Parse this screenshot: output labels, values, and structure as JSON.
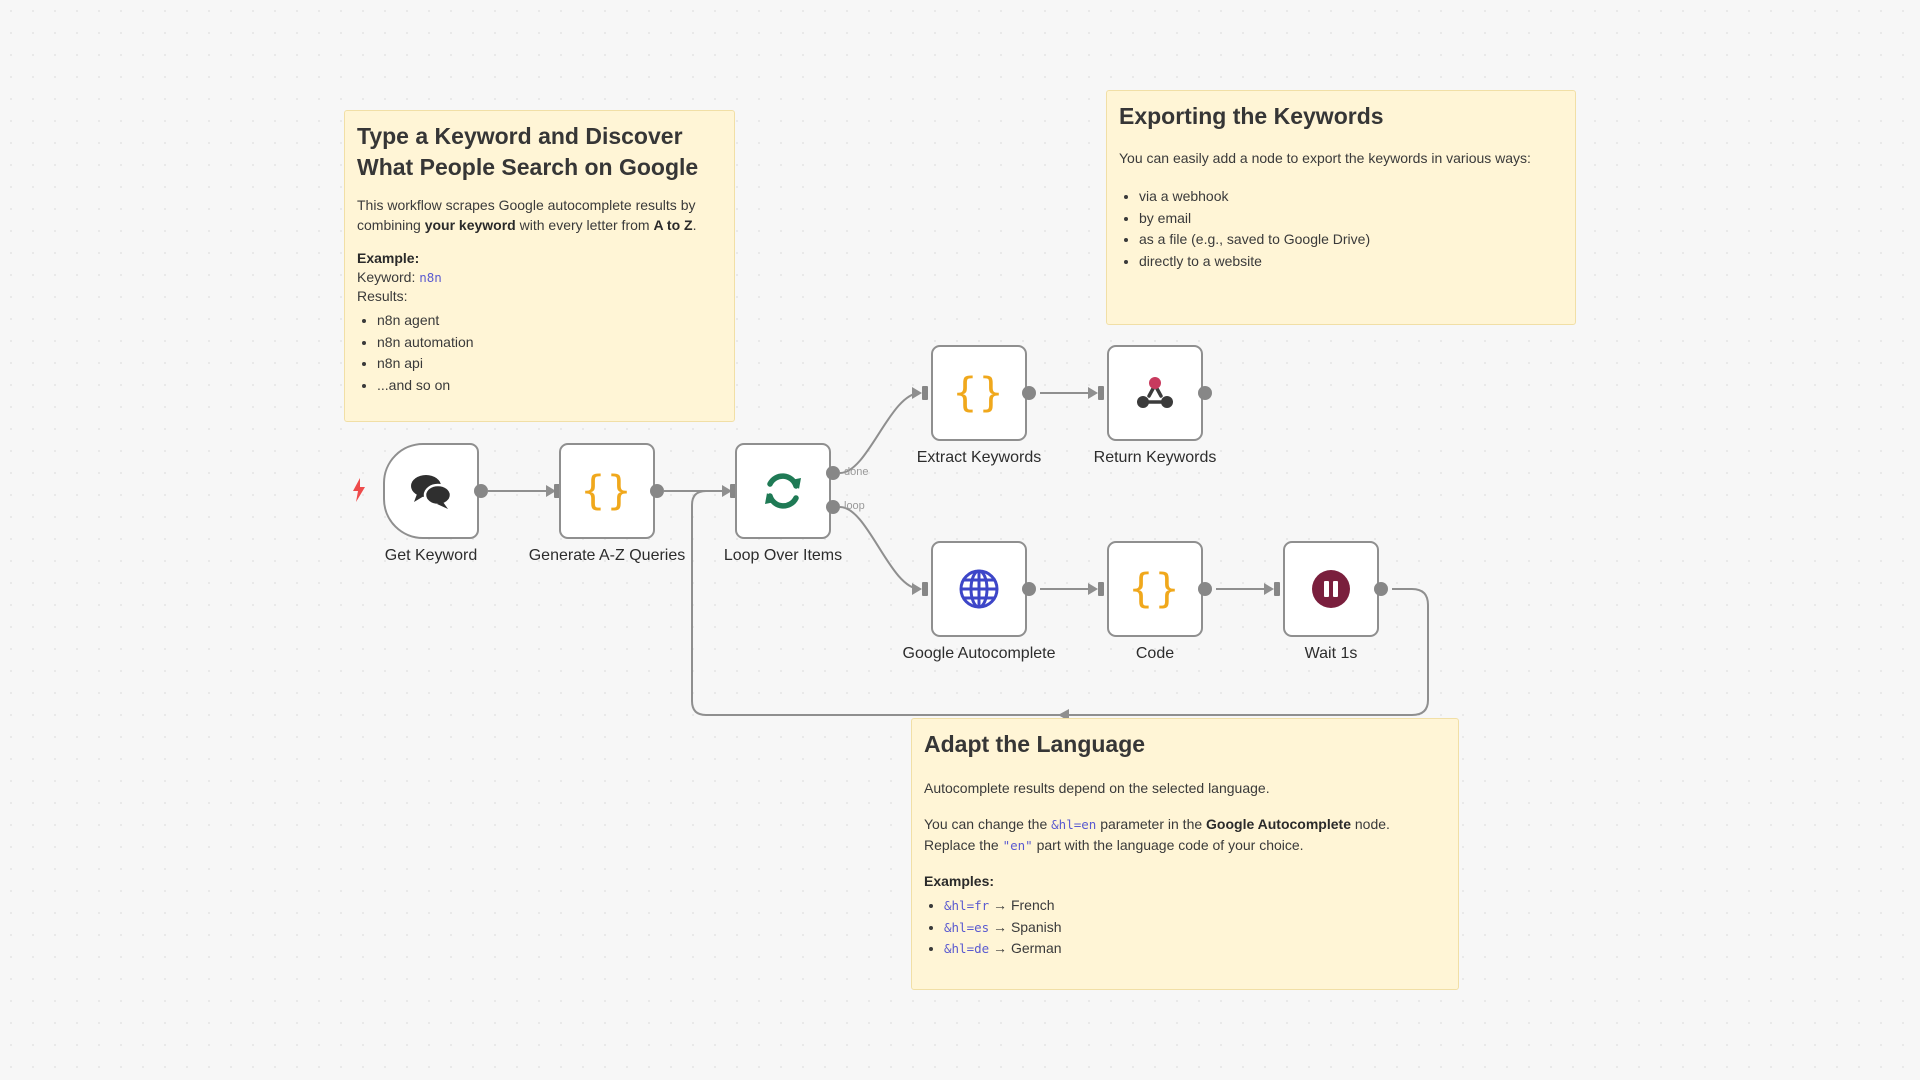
{
  "notes": {
    "intro": {
      "title": "Type a Keyword and Discover What People Search on Google",
      "desc_1": "This workflow scrapes Google autocomplete results by combining ",
      "desc_bold_1": "your keyword",
      "desc_2": " with every letter from ",
      "desc_bold_2": "A to Z",
      "desc_3": ".",
      "example_label": "Example:",
      "keyword_label": "Keyword: ",
      "keyword_value": "n8n",
      "results_label": "Results:",
      "results": [
        "n8n agent",
        "n8n automation",
        "n8n api",
        "...and so on"
      ]
    },
    "export": {
      "title": "Exporting the Keywords",
      "desc": "You can easily add a node to export the keywords in various ways:",
      "items": [
        "via a webhook",
        "by email",
        "as a file (e.g., saved to Google Drive)",
        "directly to a website"
      ]
    },
    "language": {
      "title": "Adapt the Language",
      "desc": "Autocomplete results depend on the selected language.",
      "p2_1": "You can change the ",
      "p2_code": "&hl=en",
      "p2_2": " parameter in the ",
      "p2_bold": "Google Autocomplete",
      "p2_3": " node.",
      "p3_1": "Replace the ",
      "p3_code": "\"en\"",
      "p3_2": " part with the language code of your choice.",
      "examples_label": "Examples:",
      "examples": [
        {
          "code": "&hl=fr",
          "arrow": " → ",
          "lang": "French"
        },
        {
          "code": "&hl=es",
          "arrow": " → ",
          "lang": "Spanish"
        },
        {
          "code": "&hl=de",
          "arrow": " → ",
          "lang": "German"
        }
      ]
    }
  },
  "nodes": {
    "get_keyword": {
      "label": "Get Keyword",
      "icon": "chat-bubbles-icon"
    },
    "generate_queries": {
      "label": "Generate A-Z Queries",
      "icon": "code-braces-icon"
    },
    "loop_over_items": {
      "label": "Loop Over Items",
      "icon": "loop-arrows-icon",
      "output_done": "done",
      "output_loop": "loop"
    },
    "extract_keywords": {
      "label": "Extract Keywords",
      "icon": "code-braces-icon"
    },
    "return_keywords": {
      "label": "Return Keywords",
      "icon": "webhook-icon"
    },
    "google_autocomplete": {
      "label": "Google Autocomplete",
      "icon": "globe-icon"
    },
    "code": {
      "label": "Code",
      "icon": "code-braces-icon"
    },
    "wait": {
      "label": "Wait 1s",
      "icon": "pause-icon"
    }
  },
  "colors": {
    "sticky_bg": "#fff5d6",
    "braces": "#f0a81c",
    "loop_icon": "#1f7a55",
    "globe": "#3d46c8",
    "wait": "#7a1f3d",
    "trigger_bolt": "#ee4b4b",
    "connector": "#8f8f8f"
  },
  "braces_glyph": "{}"
}
